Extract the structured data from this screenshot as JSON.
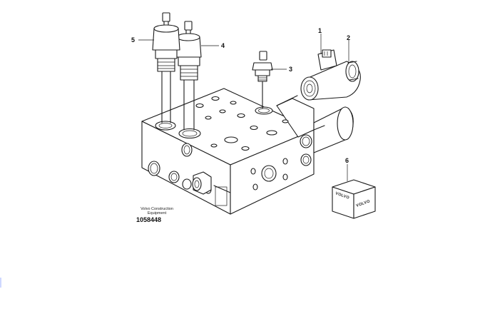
{
  "callouts": [
    {
      "id": "1",
      "label": "1"
    },
    {
      "id": "2",
      "label": "2"
    },
    {
      "id": "3",
      "label": "3"
    },
    {
      "id": "4",
      "label": "4"
    },
    {
      "id": "5",
      "label": "5"
    },
    {
      "id": "6",
      "label": "6"
    }
  ],
  "credit": {
    "line1": "Volvo Construction",
    "line2": "Equipment",
    "reference": "1058448"
  },
  "kit_box": {
    "brand_label_1": "VOLVO",
    "brand_label_2": "VOLVO"
  }
}
